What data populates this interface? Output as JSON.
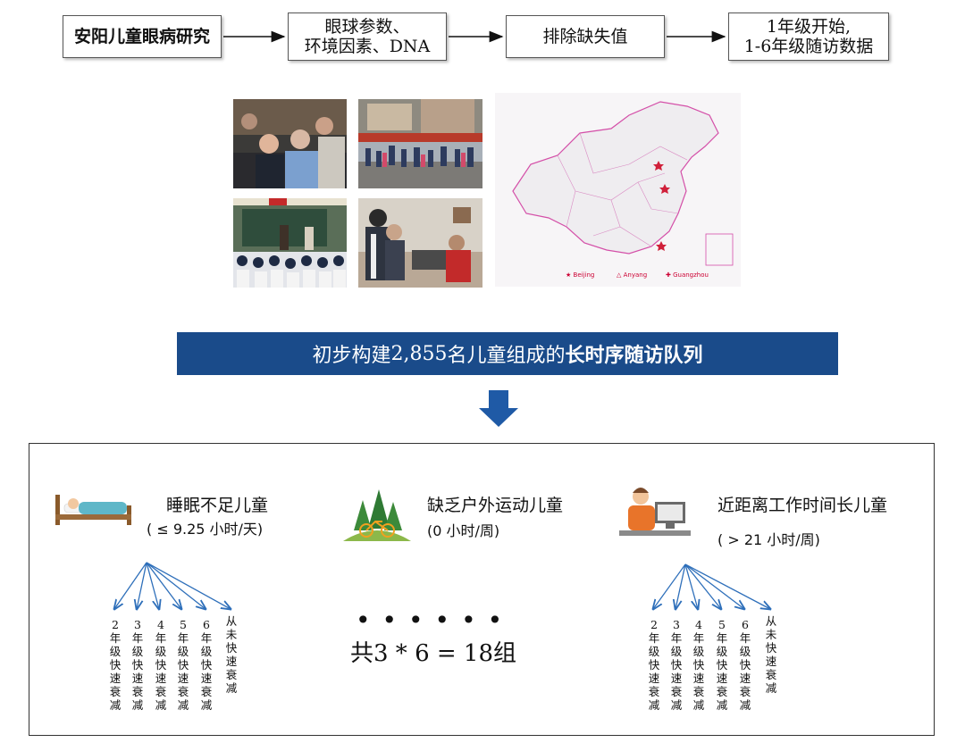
{
  "flow": {
    "step1": "安阳儿童眼病研究",
    "step2": [
      "眼球参数、",
      "环境因素、DNA"
    ],
    "step3": "排除缺失值",
    "step4": [
      "1年级开始,",
      "1-6年级随访数据"
    ]
  },
  "map_legend": [
    "Beijing",
    "Anyang",
    "Guangzhou"
  ],
  "banner": {
    "prefix": "初步构建",
    "count": "2,855",
    "middle": "名儿童组成的",
    "emph": "长时序随访队列"
  },
  "categories": [
    {
      "title": "睡眠不足儿童",
      "subtitle": "( ≤ 9.25 小时/天)",
      "icon": "bed-icon"
    },
    {
      "title": "缺乏户外运动儿童",
      "subtitle": "(0 小时/周)",
      "icon": "outdoor-bike-icon"
    },
    {
      "title": "近距离工作时间长儿童",
      "subtitle": "( > 21 小时/周)",
      "icon": "computer-work-icon"
    }
  ],
  "subgroups": [
    "2年级快速衰减",
    "3年级快速衰减",
    "4年级快速衰减",
    "5年级快速衰减",
    "6年级快速衰减",
    "从未快速衰减"
  ],
  "dots": "••••••",
  "formula": "共3 * 6 = 18组",
  "colors": {
    "banner": "#1a4b8a",
    "arrow_blue": "#2e6fba",
    "down_arrow": "#1f5aa6"
  }
}
